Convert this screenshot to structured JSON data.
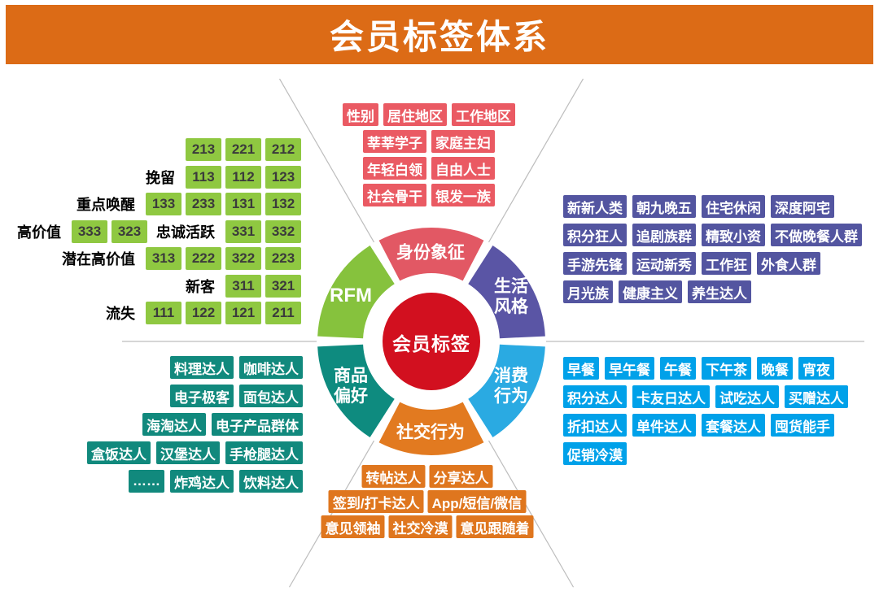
{
  "title": "会员标签体系",
  "hub": {
    "center_label": "会员标签",
    "center_color": "#d2101f",
    "segments": [
      {
        "id": "identity",
        "label": "身份象征",
        "color": "#e25864"
      },
      {
        "id": "lifestyle",
        "label": "生活\n风格",
        "color": "#5a55a5"
      },
      {
        "id": "consumption",
        "label": "消费\n行为",
        "color": "#2aaae2"
      },
      {
        "id": "social",
        "label": "社交行为",
        "color": "#e27a20"
      },
      {
        "id": "product",
        "label": "商品\n偏好",
        "color": "#0e8b7f"
      },
      {
        "id": "rfm",
        "label": "RFM",
        "color": "#86c23d"
      }
    ]
  },
  "groups": {
    "identity": {
      "color": "#ea5a63",
      "rows": [
        [
          "性别",
          "居住地区",
          "工作地区"
        ],
        [
          "莘莘学子",
          "家庭主妇"
        ],
        [
          "年轻白领",
          "自由人士"
        ],
        [
          "社会骨干",
          "银发一族"
        ]
      ]
    },
    "lifestyle": {
      "color": "#5355a0",
      "rows": [
        [
          "新新人类",
          "朝九晚五",
          "住宅休闲",
          "深度阿宅"
        ],
        [
          "积分狂人",
          "追剧族群",
          "精致小资",
          "不做晚餐人群"
        ],
        [
          "手游先锋",
          "运动新秀",
          "工作狂",
          "外食人群"
        ],
        [
          "月光族",
          "健康主义",
          "养生达人"
        ]
      ]
    },
    "consumption": {
      "color": "#00a1e9",
      "rows": [
        [
          "早餐",
          "早午餐",
          "午餐",
          "下午茶",
          "晚餐",
          "宵夜"
        ],
        [
          "积分达人",
          "卡友日达人",
          "试吃达人",
          "买赠达人"
        ],
        [
          "折扣达人",
          "单件达人",
          "套餐达人",
          "囤货能手"
        ],
        [
          "促销冷漠"
        ]
      ]
    },
    "product": {
      "color": "#11897d",
      "rows": [
        [
          "料理达人",
          "咖啡达人"
        ],
        [
          "电子极客",
          "面包达人"
        ],
        [
          "海淘达人",
          "电子产品群体"
        ],
        [
          "盒饭达人",
          "汉堡达人",
          "手枪腿达人"
        ],
        [
          "……",
          "炸鸡达人",
          "饮料达人"
        ]
      ]
    },
    "social": {
      "color": "#df761e",
      "rows": [
        [
          "转帖达人",
          "分享达人"
        ],
        [
          "签到/打卡达人",
          "App/短信/微信"
        ],
        [
          "意见领袖",
          "社交冷漠",
          "意见跟随着"
        ]
      ]
    },
    "rfm_matrix": {
      "color": "#8fc841",
      "rows": [
        [
          {
            "t": "cell",
            "v": "213"
          },
          {
            "t": "cell",
            "v": "221"
          },
          {
            "t": "cell",
            "v": "212"
          }
        ],
        [
          {
            "t": "label",
            "v": "挽留"
          },
          {
            "t": "cell",
            "v": "113"
          },
          {
            "t": "cell",
            "v": "112"
          },
          {
            "t": "cell",
            "v": "123"
          }
        ],
        [
          {
            "t": "label",
            "v": "重点唤醒"
          },
          {
            "t": "cell",
            "v": "133"
          },
          {
            "t": "cell",
            "v": "233"
          },
          {
            "t": "cell",
            "v": "131"
          },
          {
            "t": "cell",
            "v": "132"
          }
        ],
        [
          {
            "t": "label",
            "v": "高价值"
          },
          {
            "t": "cell",
            "v": "333"
          },
          {
            "t": "cell",
            "v": "323"
          },
          {
            "t": "label",
            "v": "忠诚活跃"
          },
          {
            "t": "cell",
            "v": "331"
          },
          {
            "t": "cell",
            "v": "332"
          }
        ],
        [
          {
            "t": "label",
            "v": "潜在高价值"
          },
          {
            "t": "cell",
            "v": "313"
          },
          {
            "t": "cell",
            "v": "222"
          },
          {
            "t": "cell",
            "v": "322"
          },
          {
            "t": "cell",
            "v": "223"
          }
        ],
        [
          {
            "t": "label",
            "v": "新客"
          },
          {
            "t": "cell",
            "v": "311"
          },
          {
            "t": "cell",
            "v": "321"
          }
        ],
        [
          {
            "t": "label",
            "v": "流失"
          },
          {
            "t": "cell",
            "v": "111"
          },
          {
            "t": "cell",
            "v": "122"
          },
          {
            "t": "cell",
            "v": "121"
          },
          {
            "t": "cell",
            "v": "211"
          }
        ]
      ]
    }
  }
}
